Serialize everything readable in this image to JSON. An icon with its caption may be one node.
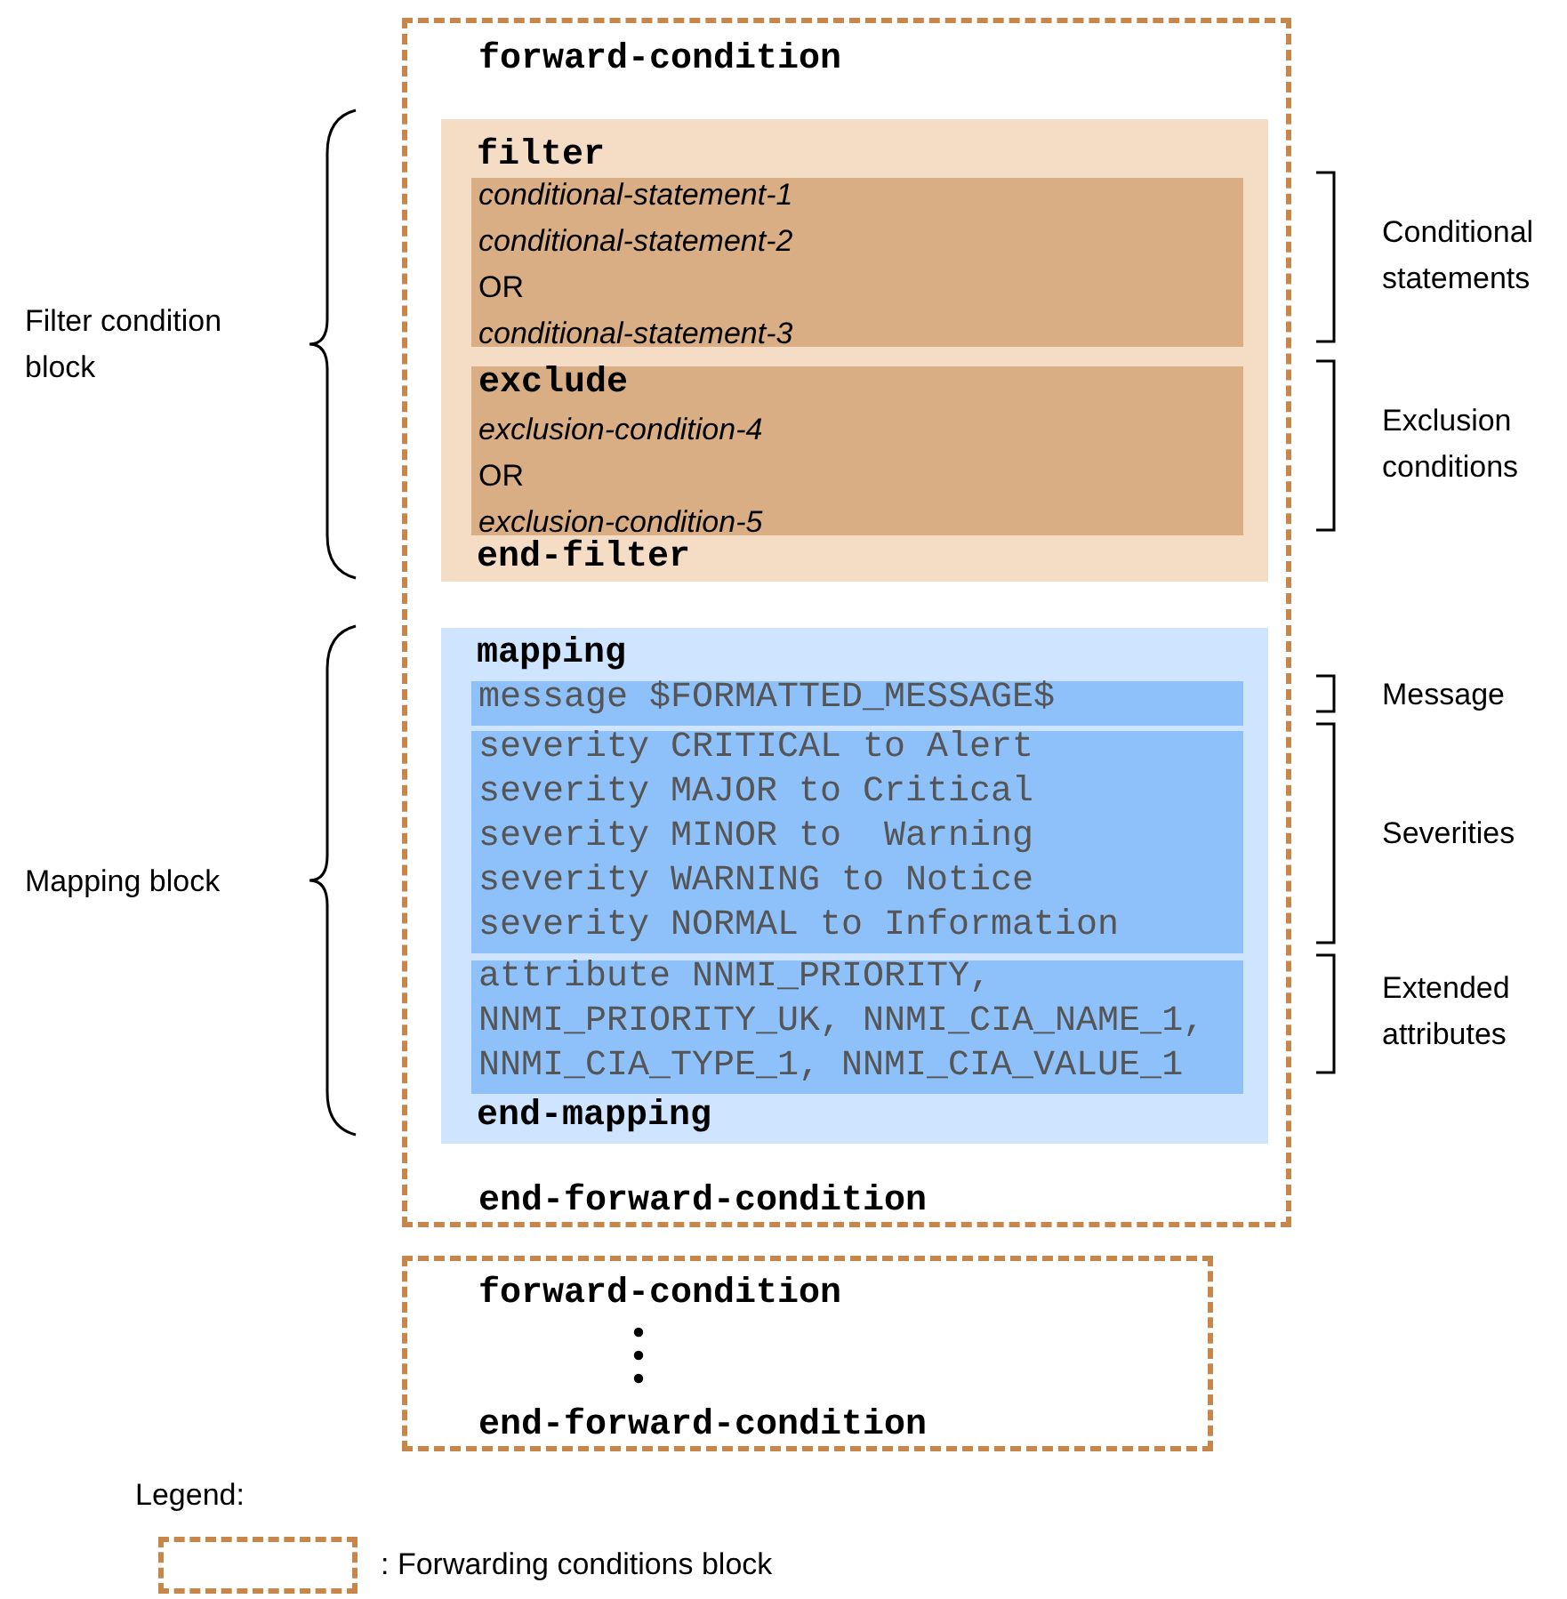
{
  "diagram": {
    "nodes": [
      {
        "text": [
          "forward-condition",
          "end-forward-condition"
        ]
      },
      {
        "text": [
          "filter",
          "end-filter"
        ],
        "in": 0
      },
      {
        "text": [
          "conditional-statement-1",
          "conditional-statement-2",
          "OR",
          "conditional-statement-3"
        ],
        "in": 1
      },
      {
        "text": [
          "exclude",
          "exclusion-condition-4",
          "OR",
          "exclusion-condition-5"
        ],
        "in": 1
      },
      {
        "text": [
          "mapping",
          "end-mapping"
        ],
        "in": 0
      },
      {
        "text": [
          "message $FORMATTED_MESSAGE$"
        ],
        "in": 4
      },
      {
        "text": [
          "severity CRITICAL to Alert",
          "severity MAJOR to Critical",
          "severity MINOR to  Warning",
          "severity WARNING to Notice",
          "severity NORMAL to Information"
        ],
        "in": 4
      },
      {
        "text": [
          "attribute NNMI_PRIORITY, NNMI_PRIORITY_UK, NNMI_CIA_NAME_1, NNMI_CIA_TYPE_1, NNMI_CIA_VALUE_1"
        ],
        "in": 4
      },
      {
        "text": [
          "forward-condition",
          "end-forward-condition"
        ]
      }
    ],
    "labels": [
      "Conditional statements",
      "Filter condition block",
      "Exclusion conditions",
      "Message",
      "Severities",
      "Mapping block",
      "Extended attributes",
      "Legend:"
    ],
    "legend": [
      {
        "text": ": Forwarding conditions block"
      }
    ]
  }
}
